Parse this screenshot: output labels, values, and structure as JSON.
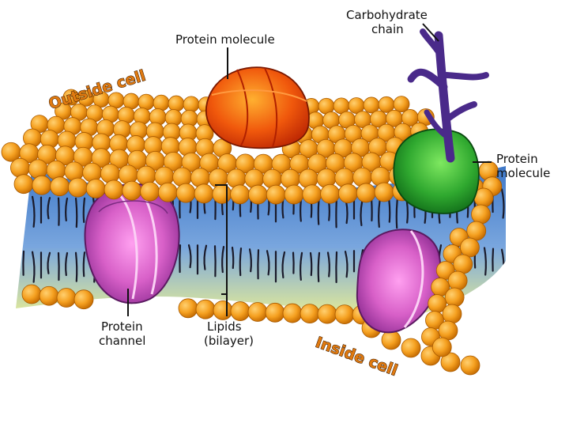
{
  "diagram": {
    "labels": {
      "carbohydrate_chain": [
        "Carbohydrate",
        "chain"
      ],
      "protein_molecule_top": "Protein molecule",
      "protein_molecule_right": [
        "Protein",
        "molecule"
      ],
      "protein_channel": [
        "Protein",
        "channel"
      ],
      "lipids_bilayer": [
        "Lipids",
        "(bilayer)"
      ]
    },
    "regions": {
      "outside": "Outside cell",
      "inside": "Inside cell"
    },
    "colors": {
      "lipid_head": "#f5a020",
      "lipid_head_dark": "#c46a00",
      "region_text": "#e07a10",
      "protein_top": "#e8400c",
      "protein_right": "#2fa82f",
      "protein_channel": "#b04ab0",
      "carbohydrate": "#4a2a8a",
      "membrane_blue": "#5a8fd0"
    }
  }
}
